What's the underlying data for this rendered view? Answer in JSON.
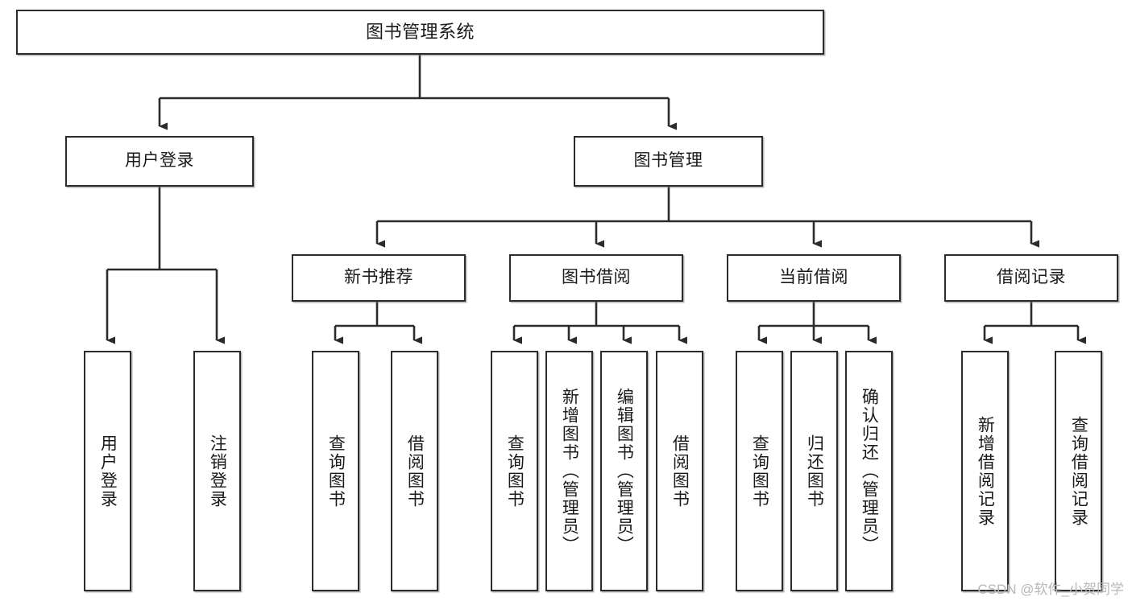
{
  "diagram": {
    "title": "图书管理系统",
    "type": "hierarchy-tree",
    "levels": 4,
    "root": {
      "label": "图书管理系统"
    },
    "level2": [
      {
        "label": "用户登录"
      },
      {
        "label": "图书管理"
      }
    ],
    "level3": [
      {
        "label": "新书推荐"
      },
      {
        "label": "图书借阅"
      },
      {
        "label": "当前借阅"
      },
      {
        "label": "借阅记录"
      }
    ],
    "leaves": {
      "user_login": [
        {
          "label": "用户登录"
        },
        {
          "label": "注销登录"
        }
      ],
      "new_book": [
        {
          "label": "查询图书"
        },
        {
          "label": "借阅图书"
        }
      ],
      "book_borrow": [
        {
          "label": "查询图书"
        },
        {
          "label": "新增图书（管理员）"
        },
        {
          "label": "编辑图书（管理员）"
        },
        {
          "label": "借阅图书"
        }
      ],
      "current_borrow": [
        {
          "label": "查询图书"
        },
        {
          "label": "归还图书"
        },
        {
          "label": "确认归还（管理员）"
        }
      ],
      "borrow_record": [
        {
          "label": "新增借阅记录"
        },
        {
          "label": "查询借阅记录"
        }
      ]
    }
  },
  "watermark": {
    "text": "CSDN @软件_小贺同学"
  },
  "colors": {
    "stroke": "#2b2b2b",
    "fill": "#ffffff",
    "text": "#1a1a1a",
    "watermark": "#b8b8b8"
  }
}
